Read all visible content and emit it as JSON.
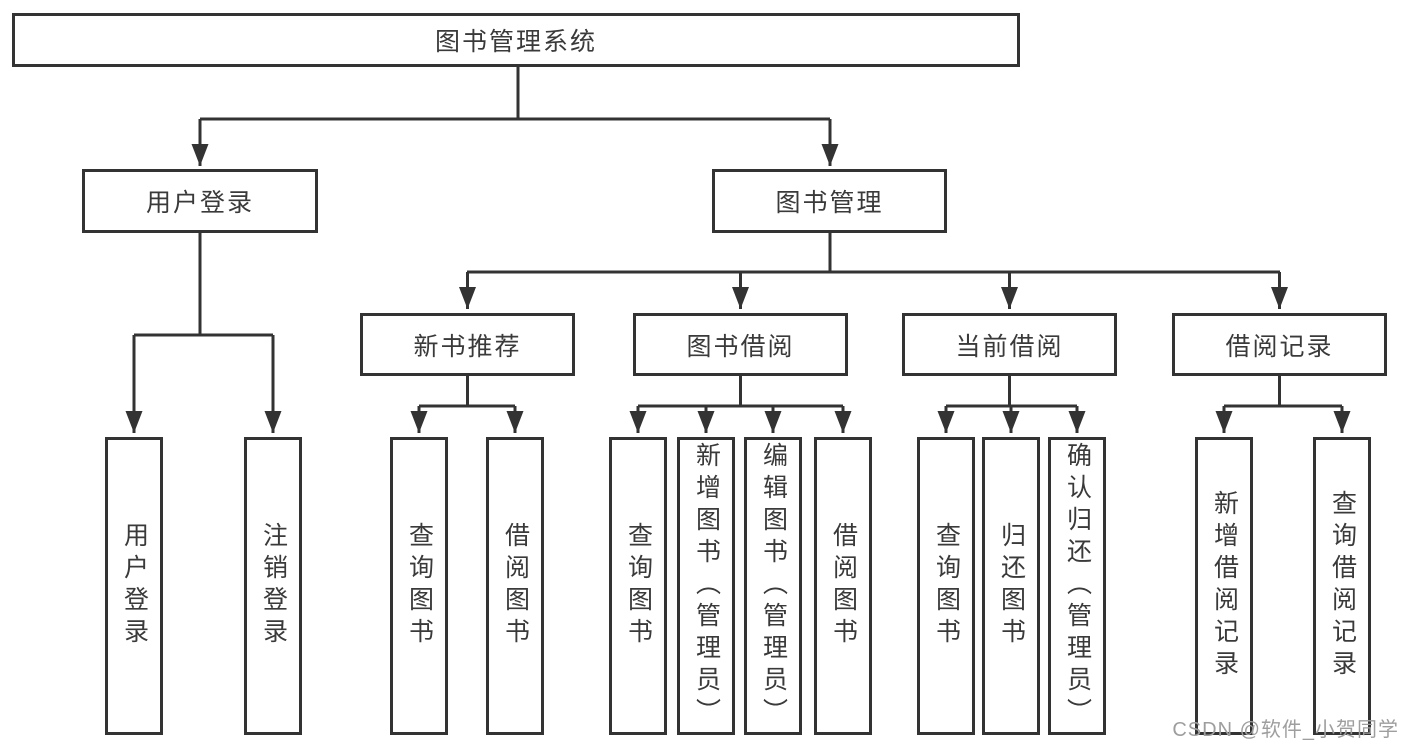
{
  "diagram_title": "图书管理系统",
  "watermark": "CSDN @软件_小贺同学",
  "colors": {
    "line": "#333333",
    "text": "#3a3a3a",
    "watermark": "#9e9e9e",
    "background": "#ffffff"
  },
  "tree": {
    "label": "图书管理系统",
    "children": [
      {
        "label": "用户登录",
        "children": [
          {
            "label": "用户登录"
          },
          {
            "label": "注销登录"
          }
        ]
      },
      {
        "label": "图书管理",
        "children": [
          {
            "label": "新书推荐",
            "children": [
              {
                "label": "查询图书"
              },
              {
                "label": "借阅图书"
              }
            ]
          },
          {
            "label": "图书借阅",
            "children": [
              {
                "label": "查询图书"
              },
              {
                "label": "新增图书（管理员）"
              },
              {
                "label": "编辑图书（管理员）"
              },
              {
                "label": "借阅图书"
              }
            ]
          },
          {
            "label": "当前借阅",
            "children": [
              {
                "label": "查询图书"
              },
              {
                "label": "归还图书"
              },
              {
                "label": "确认归还（管理员）"
              }
            ]
          },
          {
            "label": "借阅记录",
            "children": [
              {
                "label": "新增借阅记录"
              },
              {
                "label": "查询借阅记录"
              }
            ]
          }
        ]
      }
    ]
  }
}
